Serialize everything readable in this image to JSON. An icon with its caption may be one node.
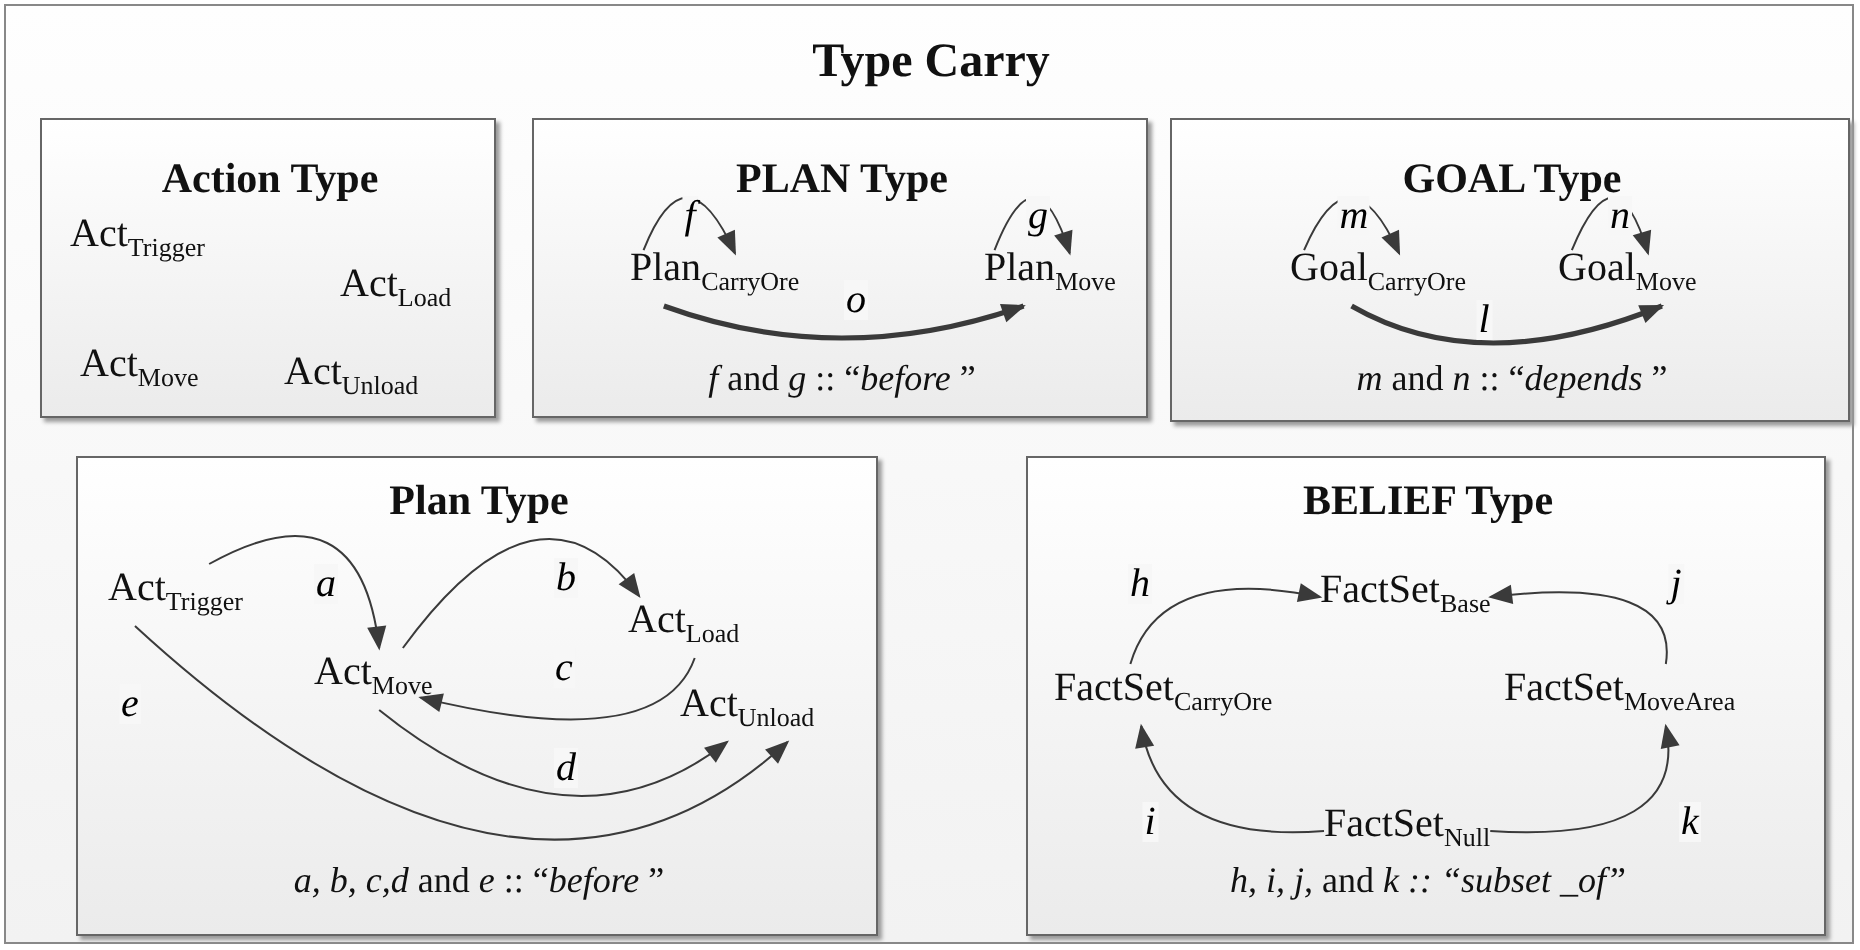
{
  "diagram": {
    "nodes": [
      {
        "text": [
          "Type Carry"
        ]
      },
      {
        "text": [
          "Action Type",
          "Act$_{Trigger}$",
          "Act$_{Load}$",
          "Act$_{Move}$",
          "Act$_{Unload}$"
        ],
        "in": 0
      },
      {
        "text": [
          "PLAN Type",
          "*f* and *g* :: “*before* ”"
        ],
        "in": 0
      },
      {
        "text": [
          "Plan$_{CarryOre}$"
        ],
        "in": 2
      },
      {
        "text": [
          "Plan$_{Move}$"
        ],
        "in": 2
      },
      {
        "text": [
          "GOAL Type",
          "*m* and *n* :: “*depends* ”"
        ],
        "in": 0
      },
      {
        "text": [
          "Goal$_{CarryOre}$"
        ],
        "in": 5
      },
      {
        "text": [
          "Goal$_{Move}$"
        ],
        "in": 5
      },
      {
        "text": [
          "Plan Type",
          "*a, b, c,d*  and *e* :: “*before* ”"
        ],
        "in": 0
      },
      {
        "text": [
          "Act$_{Trigger}$"
        ],
        "in": 8
      },
      {
        "text": [
          "Act$_{Move}$"
        ],
        "in": 8
      },
      {
        "text": [
          "Act$_{Load}$"
        ],
        "in": 8
      },
      {
        "text": [
          "Act$_{Unload}$"
        ],
        "in": 8
      },
      {
        "text": [
          "BELIEF Type",
          "*h, i, j,*  and *k :: “subset _of”*"
        ],
        "in": 0
      },
      {
        "text": [
          "FactSet$_{Base}$"
        ],
        "in": 13
      },
      {
        "text": [
          "FactSet$_{CarryOre}$"
        ],
        "in": 13
      },
      {
        "text": [
          "FactSet$_{MoveArea}$"
        ],
        "in": 13
      },
      {
        "text": [
          "FactSet$_{Null}$"
        ],
        "in": 13
      }
    ],
    "edges": [
      {
        "from": 3,
        "to": 3,
        "arrow": "to",
        "label": "f"
      },
      {
        "from": 4,
        "to": 4,
        "arrow": "to",
        "label": "g"
      },
      {
        "from": 3,
        "to": 4,
        "arrow": "to",
        "label": "o",
        "style": "thick"
      },
      {
        "from": 6,
        "to": 6,
        "arrow": "to",
        "label": "m"
      },
      {
        "from": 7,
        "to": 7,
        "arrow": "to",
        "label": "n"
      },
      {
        "from": 6,
        "to": 7,
        "arrow": "to",
        "label": "l",
        "style": "thick"
      },
      {
        "from": 9,
        "to": 10,
        "arrow": "to",
        "label": "a"
      },
      {
        "from": 10,
        "to": 11,
        "arrow": "to",
        "label": "b"
      },
      {
        "from": 11,
        "to": 10,
        "arrow": "to",
        "label": "c"
      },
      {
        "from": 10,
        "to": 12,
        "arrow": "to",
        "label": "d"
      },
      {
        "from": 9,
        "to": 12,
        "arrow": "to",
        "label": "e"
      },
      {
        "from": 15,
        "to": 14,
        "arrow": "to",
        "label": "h"
      },
      {
        "from": 17,
        "to": 15,
        "arrow": "to",
        "label": "i"
      },
      {
        "from": 16,
        "to": 14,
        "arrow": "to",
        "label": "j"
      },
      {
        "from": 17,
        "to": 16,
        "arrow": "to",
        "label": "k"
      }
    ]
  }
}
